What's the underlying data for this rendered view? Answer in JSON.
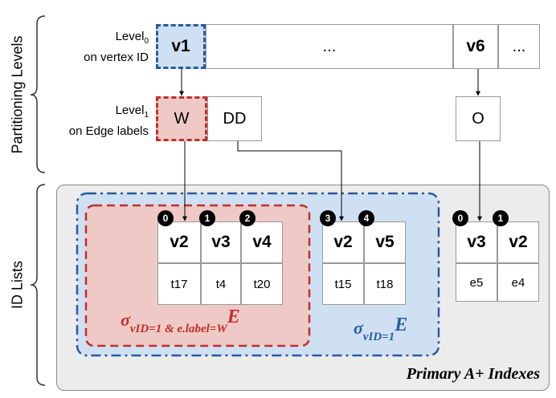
{
  "side_labels": {
    "partitioning": "Partitioning Levels",
    "id_lists": "ID Lists"
  },
  "level0": {
    "name": "Level",
    "sub": "0",
    "desc": "on vertex ID",
    "cells": [
      "v1",
      "...",
      "v6",
      "..."
    ]
  },
  "level1": {
    "name": "Level",
    "sub": "1",
    "desc": "on Edge labels",
    "cells": [
      "W",
      "DD",
      "O"
    ]
  },
  "group_w": {
    "headers": [
      "v2",
      "v3",
      "v4"
    ],
    "values": [
      "t17",
      "t4",
      "t20"
    ],
    "badges": [
      "0",
      "1",
      "2"
    ]
  },
  "group_dd": {
    "headers": [
      "v2",
      "v5"
    ],
    "values": [
      "t15",
      "t18"
    ],
    "badges": [
      "3",
      "4"
    ]
  },
  "group_o": {
    "headers": [
      "v3",
      "v2"
    ],
    "values": [
      "e5",
      "e4"
    ],
    "badges": [
      "0",
      "1"
    ]
  },
  "sigma_red": {
    "sigma": "σ",
    "sub": "vID=1 & e.label=W",
    "sup": "E"
  },
  "sigma_blue": {
    "sigma": "σ",
    "sub": "vID=1",
    "sup": "E"
  },
  "footer": "Primary A+ Indexes",
  "colors": {
    "blue": "#2a5aa0",
    "blue_fill": "#cfe0f3",
    "red": "#c0302a",
    "red_fill": "#efc9c6",
    "panel_fill": "#ececec"
  }
}
